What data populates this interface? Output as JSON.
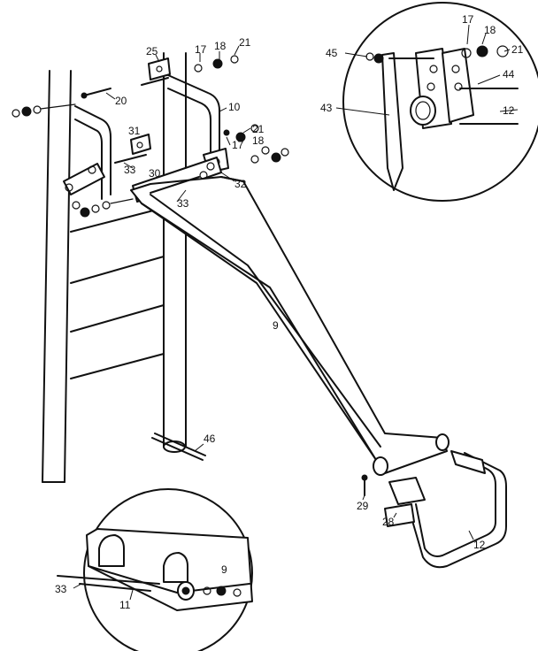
{
  "labels": {
    "p25": "25",
    "p17a": "17",
    "p18a": "18",
    "p21a": "21",
    "p20": "20",
    "p10": "10",
    "p31": "31",
    "p21b": "21",
    "p18b": "18",
    "p17b": "17",
    "p33a": "33",
    "p30": "30",
    "p32": "32",
    "p33b": "33",
    "p9a": "9",
    "p46": "46",
    "p29": "29",
    "p28": "28",
    "p12a": "12",
    "p9b": "9",
    "p33c": "33",
    "p11": "11",
    "p45": "45",
    "p17c": "17",
    "p18c": "18",
    "p21c": "21",
    "p44": "44",
    "p43": "43",
    "p12b": "12"
  }
}
